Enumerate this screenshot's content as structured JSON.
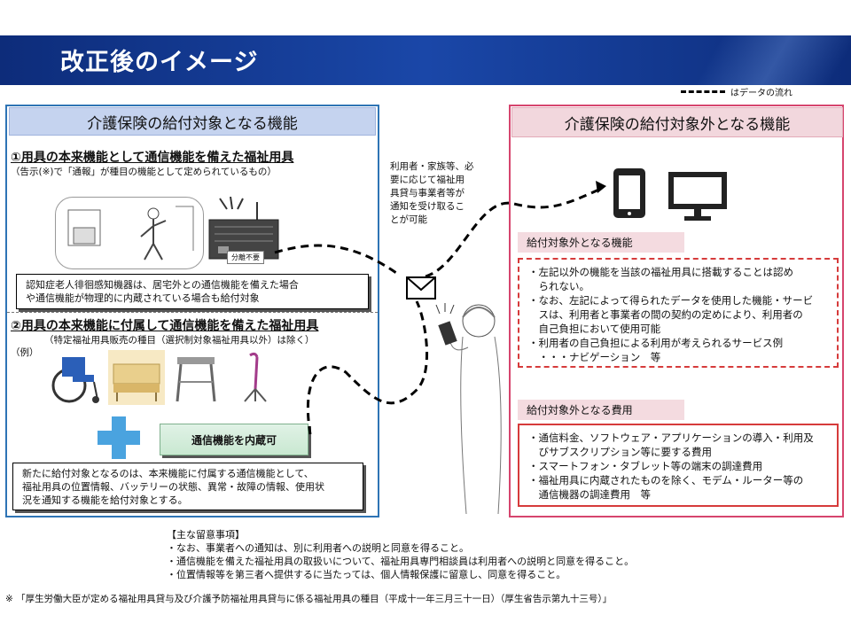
{
  "header": {
    "title": "改正後のイメージ"
  },
  "legend": {
    "label": "はデータの流れ"
  },
  "left_panel": {
    "heading": "介護保険の給付対象となる機能",
    "section1": {
      "title": "①用具の本来機能として通信機能を備えた福祉用具",
      "subtitle": "（告示(※)で「通報」が種目の機能として定められているもの）",
      "device_tag": "分離不要",
      "callout_lines": [
        "認知症老人徘徊感知機器は、居宅外との通信機能を備えた場合",
        "や通信機能が物理的に内蔵されている場合も給付対象"
      ]
    },
    "section2": {
      "title": "②用具の本来機能に付属して通信機能を備えた福祉用具",
      "subtitle": "（特定福祉用具販売の種目（選択制対象福祉用具以外）は除く）",
      "example_label": "（例）",
      "builtin_label": "通信機能を内蔵可",
      "note_lines": [
        "新たに給付対象となるのは、本来機能に付属する通信機能として、",
        "福祉用具の位置情報、バッテリーの状態、異常・故障の情報、使用状",
        "況を通知する機能を給付対象とする。"
      ]
    }
  },
  "center": {
    "note_lines": [
      "利用者・家族等、必",
      "要に応じて福祉用",
      "具貸与事業者等が",
      "通知を受け取るこ",
      "とが可能"
    ]
  },
  "right_panel": {
    "heading": "介護保険の給付対象外となる機能",
    "functions_label": "給付対象外となる機能",
    "functions_lines": [
      "・左記以外の機能を当該の福祉用具に搭載することは認め",
      "　られない。",
      "・なお、左記によって得られたデータを使用した機能・サービ",
      "　スは、利用者と事業者の間の契約の定めにより、利用者の",
      "　自己負担において使用可能",
      "・利用者の自己負担による利用が考えられるサービス例",
      "　・・・ナビゲーション　等"
    ],
    "costs_label": "給付対象外となる費用",
    "costs_lines": [
      "・通信料金、ソフトウェア・アプリケーションの導入・利用及",
      "　びサブスクリプション等に要する費用",
      "・スマートフォン・タブレット等の端末の調達費用",
      "・福祉用具に内蔵されたものを除く、モデム・ルーター等の",
      "　通信機器の調達費用　等"
    ]
  },
  "notes": {
    "heading": "【主な留意事項】",
    "items": [
      "・なお、事業者への通知は、別に利用者への説明と同意を得ること。",
      "・通信機能を備えた福祉用具の取扱いについて、福祉用具専門相談員は利用者への説明と同意を得ること。",
      "・位置情報等を第三者へ提供するに当たっては、個人情報保護に留意し、同意を得ること。"
    ]
  },
  "footnote": "※ 「厚生労働大臣が定める福祉用具貸与及び介護予防福祉用具貸与に係る福祉用具の種目（平成十一年三月三十一日）（厚生省告示第九十三号）」",
  "colors": {
    "title_bar": "#1a47a8",
    "left_border": "#2e74b5",
    "right_border": "#d6456e",
    "dash_red": "#d63b3b",
    "plus_blue": "#4aa3df"
  },
  "icons": [
    "envelope-icon",
    "tablet-icon",
    "monitor-icon",
    "plus-icon",
    "wheelchair-icon",
    "care-bed-icon",
    "walker-icon",
    "cane-icon"
  ]
}
